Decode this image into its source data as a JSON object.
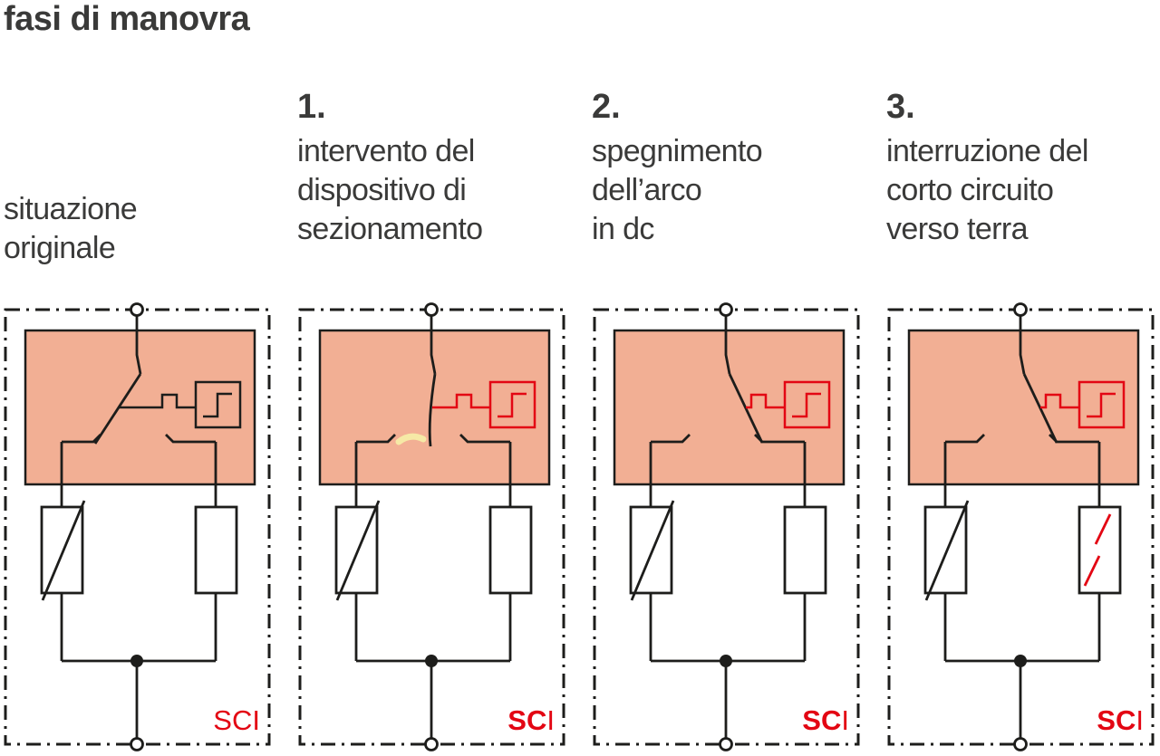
{
  "title": "fasi di manovra",
  "columns": [
    {
      "number": "",
      "label": "situazione\noriginale"
    },
    {
      "number": "1.",
      "label": "intervento del\ndispositivo di\nsezionamento"
    },
    {
      "number": "2.",
      "label": "spegnimento\ndell’arco\nin dc"
    },
    {
      "number": "3.",
      "label": "interruzione del\ncorto circuito\nverso terra"
    }
  ],
  "panels": [
    {
      "state": "closed",
      "trigger_red": false,
      "arc": false,
      "gap_broken": false,
      "sci_prefix": "SC",
      "sci_suffix": "I",
      "sci_prefix_bold": false
    },
    {
      "state": "arcing",
      "trigger_red": true,
      "arc": true,
      "gap_broken": false,
      "sci_prefix": "SC",
      "sci_suffix": "I",
      "sci_prefix_bold": true
    },
    {
      "state": "open",
      "trigger_red": true,
      "arc": false,
      "gap_broken": false,
      "sci_prefix": "SC",
      "sci_suffix": "I",
      "sci_prefix_bold": true
    },
    {
      "state": "open",
      "trigger_red": true,
      "arc": false,
      "gap_broken": true,
      "sci_prefix": "SC",
      "sci_suffix": "I",
      "sci_prefix_bold": true
    }
  ],
  "colors": {
    "line": "#1d1d1b",
    "salmon": "#f2af94",
    "red": "#e30613",
    "arc_flame": "#f6e9a6",
    "text": "#3a3a39",
    "background": "#ffffff"
  }
}
